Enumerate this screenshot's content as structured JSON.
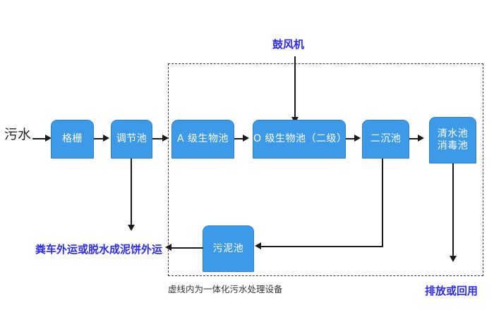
{
  "diagram": {
    "title_caption": "虚线内为一体化污水处理设备",
    "enclosure_name": "一体化污水处理设备",
    "colors": {
      "node_fill": "#3d9ae8",
      "node_border": "#2f7fc4",
      "node_text": "#ffffff",
      "accent_text": "#2b2bf5",
      "connector": "#1b1b1b",
      "dashed_border": "#3a3a3a",
      "background": "#ffffff"
    }
  },
  "labels": {
    "inlet": "污水",
    "blower": "鼓风机",
    "sludge_disposal": "粪车外运或脱水成泥饼外运",
    "discharge": "排放或回用",
    "enclosure_caption": "虚线内为一体化污水处理设备"
  },
  "nodes": [
    {
      "id": "grate",
      "label": "格栅"
    },
    {
      "id": "regulating",
      "label": "调节池"
    },
    {
      "id": "a_stage",
      "label": "A 级生物池"
    },
    {
      "id": "o_stage",
      "label": "O 级生物池（二级）"
    },
    {
      "id": "settling",
      "label": "二沉池"
    },
    {
      "id": "clearwater",
      "label_line1": "清水池",
      "label_line2": "消毒池"
    },
    {
      "id": "sludge",
      "label": "污泥池"
    }
  ],
  "flow": {
    "main_sequence": [
      "污水",
      "格栅",
      "调节池",
      "A 级生物池",
      "O 级生物池（二级）",
      "二沉池",
      "清水池消毒池",
      "排放或回用"
    ],
    "branches": [
      {
        "from": "调节池",
        "to": "粪车外运或脱水成泥饼外运"
      },
      {
        "from": "二沉池",
        "to": "污泥池"
      },
      {
        "from": "污泥池",
        "to": "粪车外运或脱水成泥饼外运"
      },
      {
        "from": "鼓风机",
        "to": "O 级生物池（二级）"
      },
      {
        "from": "清水池消毒池",
        "to": "排放或回用"
      }
    ]
  }
}
